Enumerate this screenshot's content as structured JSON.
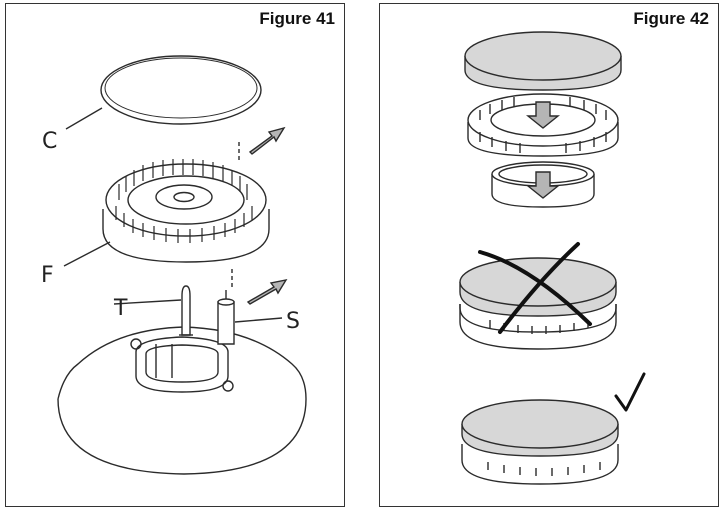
{
  "figures": [
    {
      "title": "Figure 41",
      "labels": {
        "c": "C",
        "f": "F",
        "t": "T",
        "s": "S"
      }
    },
    {
      "title": "Figure 42"
    }
  ],
  "colors": {
    "line": "#2b2b2b",
    "cap_fill": "#d7d7d7",
    "arrow_fill": "#b5b5b5"
  }
}
